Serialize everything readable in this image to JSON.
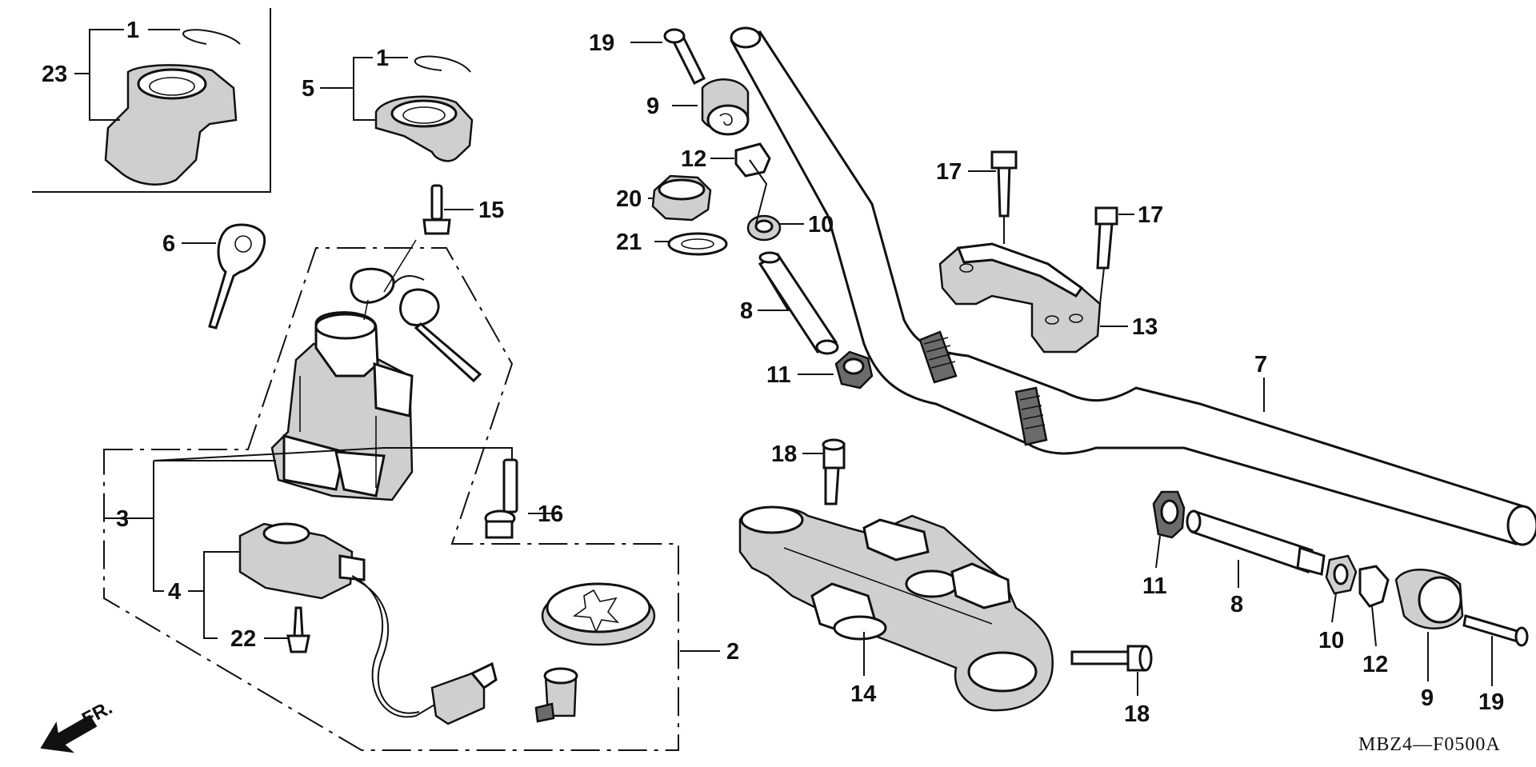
{
  "diagram": {
    "code": "MBZ4—F0500A",
    "front_label": "FR.",
    "callouts": {
      "c1a": "1",
      "c23": "23",
      "c1b": "1",
      "c5": "5",
      "c6": "6",
      "c15": "15",
      "c3": "3",
      "c4": "4",
      "c22": "22",
      "c16": "16",
      "c2": "2",
      "c19a": "19",
      "c9a": "9",
      "c12a": "12",
      "c20": "20",
      "c10a": "10",
      "c21": "21",
      "c8a": "8",
      "c11a": "11",
      "c17a": "17",
      "c17b": "17",
      "c13": "13",
      "c7": "7",
      "c18a": "18",
      "c14": "14",
      "c18b": "18",
      "c11b": "11",
      "c8b": "8",
      "c10b": "10",
      "c12b": "12",
      "c9b": "9",
      "c19b": "19"
    }
  }
}
